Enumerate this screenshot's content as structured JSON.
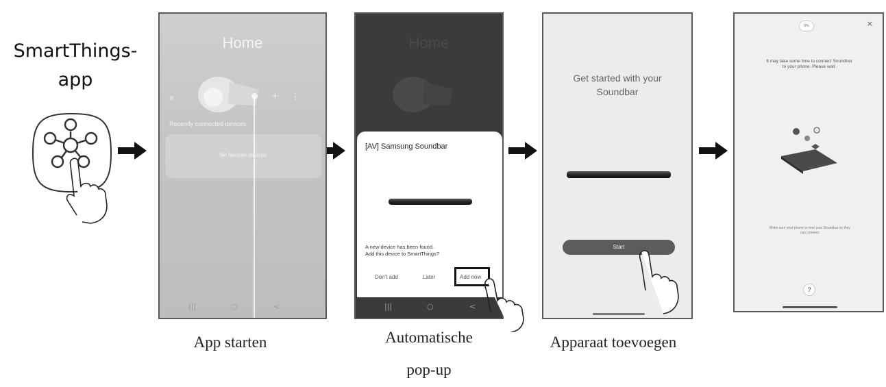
{
  "app": {
    "title_line1": "SmartThings-",
    "title_line2": "app",
    "icon": "smartthings-app-icon"
  },
  "arrow_icon": "arrow-right-icon",
  "steps": [
    {
      "caption": "App starten",
      "screen": {
        "title": "Home",
        "section_label": "Recently connected devices",
        "favorites_placeholder": "No favorite devices"
      }
    },
    {
      "caption_line1": "Automatische",
      "caption_line2": "pop-up",
      "screen": {
        "popup_title": "[AV] Samsung Soundbar",
        "message_line1": "A new device has been found.",
        "message_line2": "Add this device to SmartThings?",
        "buttons": [
          "Don't add",
          "Later",
          "Add now"
        ]
      }
    },
    {
      "caption": "Apparaat toevoegen",
      "screen": {
        "title_line1": "Get started with your",
        "title_line2": "Soundbar",
        "start_label": "Start"
      }
    },
    {
      "screen": {
        "wait_line1": "It may take some time to connect Soundbar",
        "wait_line2": "to your phone. Please wait.",
        "near_line1": "Make sure your phone is near your Soundbar so they",
        "near_line2": "can connect.",
        "help_label": "?",
        "badge": "0%"
      }
    }
  ],
  "nav_glyphs": [
    "|||",
    "○",
    "<"
  ],
  "colors": {
    "arrow": "#111111",
    "dark_popup_bg": "#3b3b3b",
    "start_button": "#5c5c5c"
  }
}
